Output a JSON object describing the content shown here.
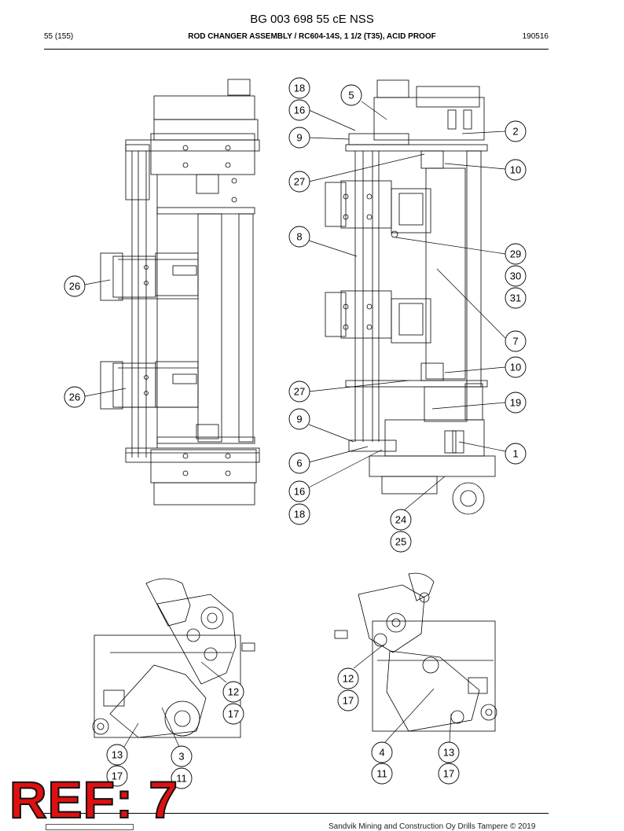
{
  "header": {
    "doc_code": "BG 003 698 55 cE NSS",
    "page": "55 (155)",
    "title": "ROD CHANGER ASSEMBLY / RC604-14S, 1 1/2 (T35), ACID PROOF",
    "date": "190516"
  },
  "callouts": [
    "18",
    "16",
    "9",
    "27",
    "8",
    "5",
    "2",
    "10",
    "29",
    "30",
    "31",
    "7",
    "10",
    "27",
    "19",
    "9",
    "6",
    "1",
    "16",
    "18",
    "24",
    "25",
    "26",
    "26",
    "12",
    "17",
    "13",
    "3",
    "17",
    "11",
    "12",
    "17",
    "4",
    "13",
    "11",
    "17"
  ],
  "stamp": "REF: 7",
  "footer": "Sandvik Mining and Construction Oy Drills Tampere © 2019"
}
